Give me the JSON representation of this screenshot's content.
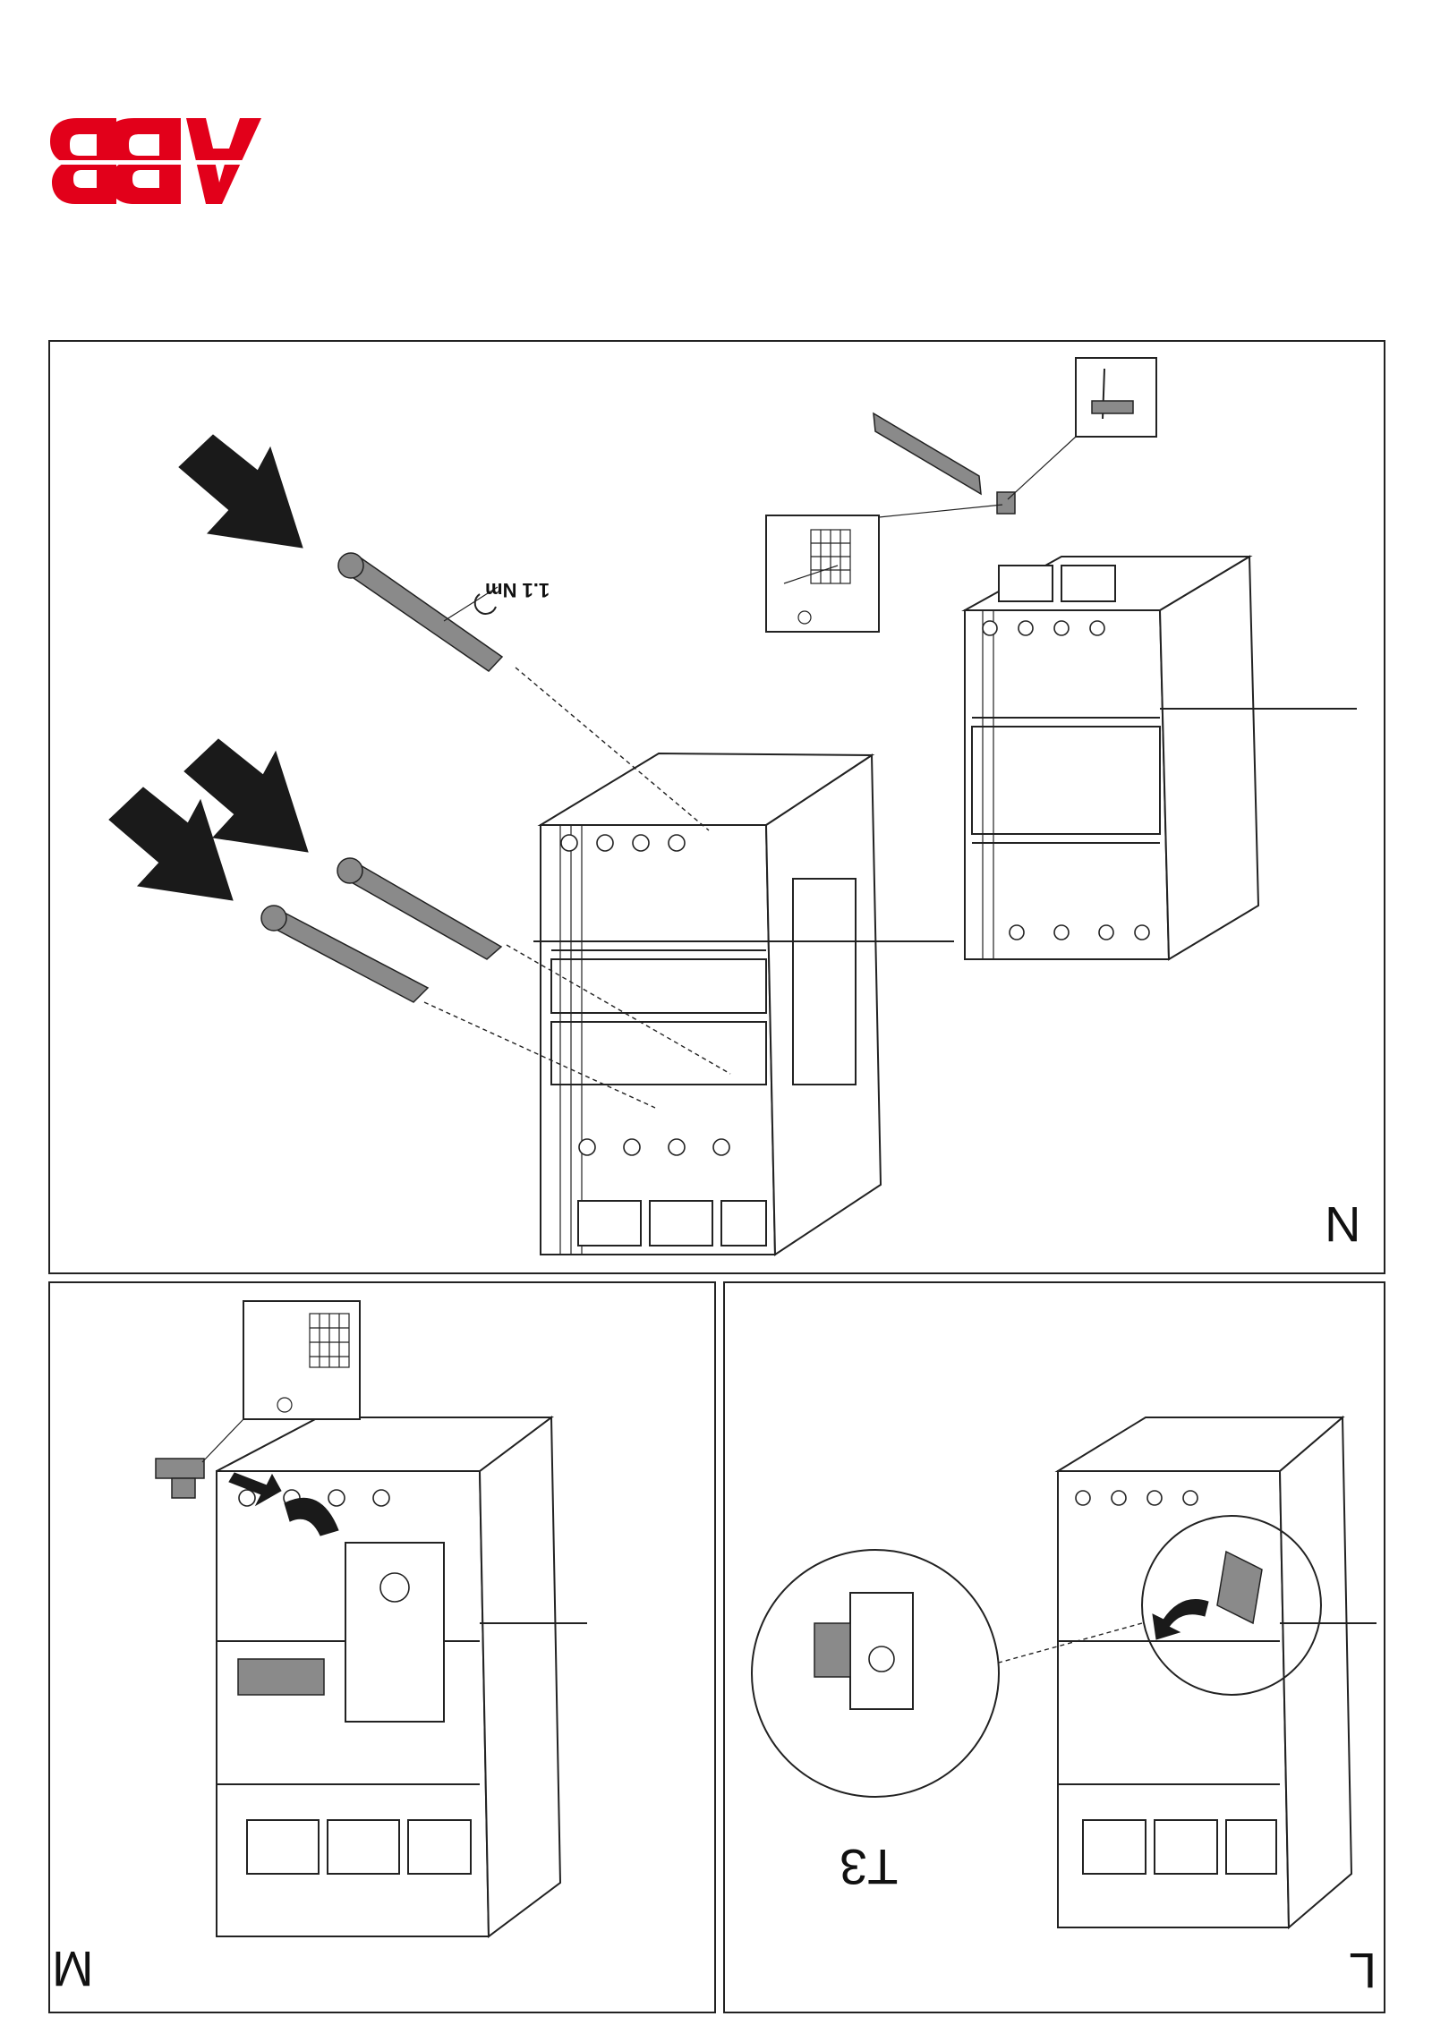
{
  "brand": {
    "name": "ABB",
    "color": "#e2001a"
  },
  "steps": {
    "n": {
      "letter": "N",
      "torque": "1.1 Nm"
    },
    "m": {
      "letter": "M"
    },
    "l": {
      "letter": "L",
      "model": "T3"
    }
  },
  "icons": [
    "arrow-icon",
    "screw-icon",
    "torque-icon",
    "tool-icon",
    "busbar-icon",
    "clip-icon"
  ]
}
